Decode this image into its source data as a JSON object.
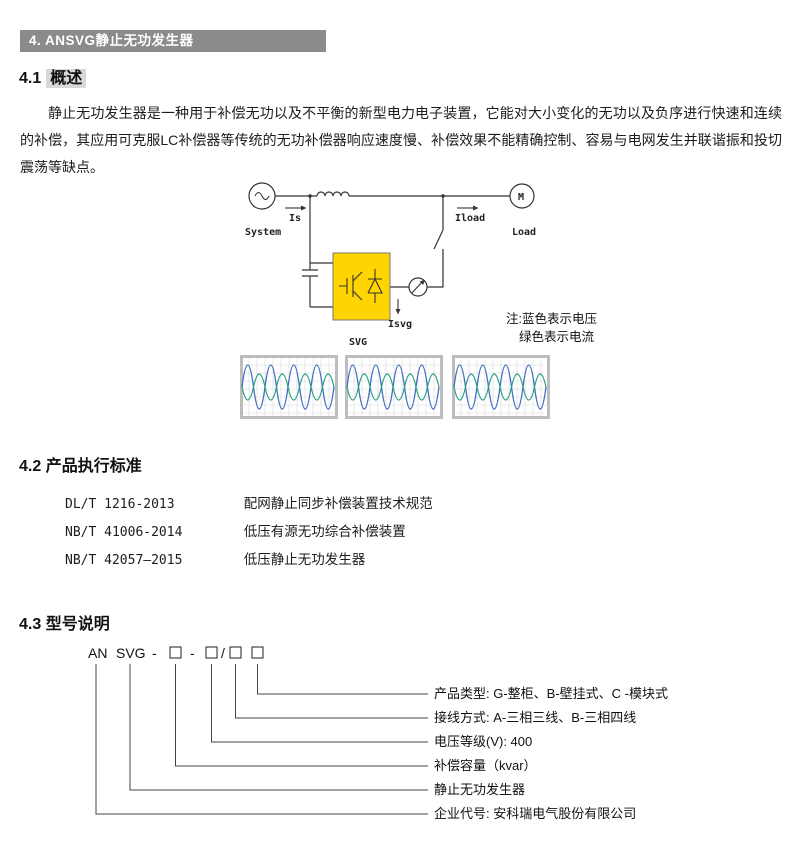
{
  "page": {
    "section_header": "4. ANSVG静止无功发生器"
  },
  "overview": {
    "number": "4.1",
    "title": "概述",
    "body": "静止无功发生器是一种用于补偿无功以及不平衡的新型电力电子装置，它能对大小变化的无功以及负序进行快速和连续的补偿，其应用可克服LC补偿器等传统的无功补偿器响应速度慢、补偿效果不能精确控制、容易与电网发生并联谐振和投切震荡等缺点。"
  },
  "diagram": {
    "labels": {
      "system": "System",
      "load": "Load",
      "motor": "M",
      "is": "Is",
      "iload": "Iload",
      "isvg": "Isvg",
      "svg": "SVG"
    },
    "note_line1": "注:蓝色表示电压",
    "note_line2": "绿色表示电流",
    "colors": {
      "voltage_blue": "#3f6fc1",
      "current_green": "#2ba08a",
      "converter_yellow": "#ffd400"
    }
  },
  "standards": {
    "number": "4.2",
    "title": "产品执行标准",
    "items": [
      {
        "code": "DL/T 1216-2013",
        "desc": "配网静止同步补偿装置技术规范"
      },
      {
        "code": "NB/T 41006-2014",
        "desc": "低压有源无功综合补偿装置"
      },
      {
        "code": "NB/T 42057—2015",
        "desc": "低压静止无功发生器"
      }
    ]
  },
  "model": {
    "number": "4.3",
    "title": "型号说明",
    "prefix_an": "AN",
    "prefix_svg": "SVG",
    "sep_dash1": "-",
    "sep_dash2": "-",
    "sep_slash": "/",
    "legend": [
      "产品类型: G-整柜、B-壁挂式、C -模块式",
      "接线方式: A-三相三线、B-三相四线",
      "电压等级(V): 400",
      "补偿容量（kvar）",
      "静止无功发生器",
      "企业代号: 安科瑞电气股份有限公司"
    ]
  }
}
